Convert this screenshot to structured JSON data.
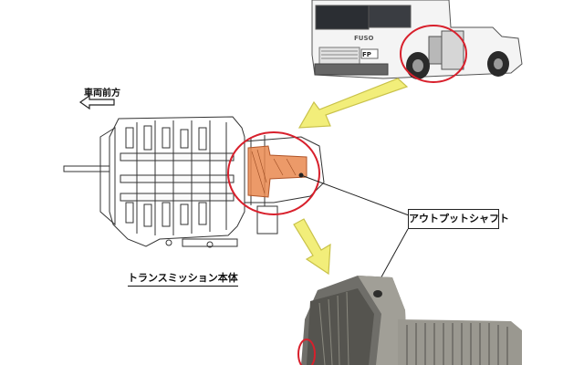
{
  "labels": {
    "vehicle_front": "車両前方",
    "transmission_body": "トランスミッション本体",
    "output_shaft": "アウトプットシャフト"
  },
  "truck_text": {
    "brand": "FUSO",
    "badge": "FP"
  },
  "colors": {
    "highlight_ring": "#d8202c",
    "arrow_fill": "#f2ee7a",
    "arrow_stroke": "#c9c24a",
    "output_shaft_part": "#e9884f",
    "line_art": "#333333",
    "truck_body": "#f4f4f4",
    "shaft_metal": "#8d8c86"
  }
}
